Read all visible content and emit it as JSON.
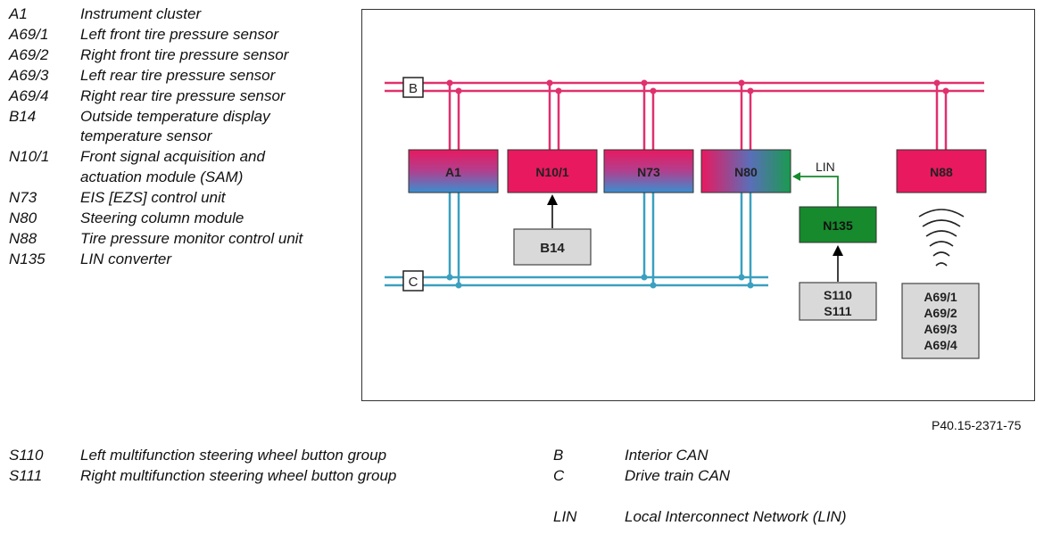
{
  "legend_top": [
    {
      "code": "A1",
      "desc": [
        "Instrument cluster"
      ]
    },
    {
      "code": "A69/1",
      "desc": [
        "Left front tire pressure sensor"
      ]
    },
    {
      "code": "A69/2",
      "desc": [
        "Right front tire pressure sensor"
      ]
    },
    {
      "code": "A69/3",
      "desc": [
        "Left rear tire pressure sensor"
      ]
    },
    {
      "code": "A69/4",
      "desc": [
        "Right rear tire pressure sensor"
      ]
    },
    {
      "code": "B14",
      "desc": [
        "Outside temperature display",
        "temperature sensor"
      ]
    },
    {
      "code": "N10/1",
      "desc": [
        "Front signal acquisition and",
        "actuation module (SAM)"
      ]
    },
    {
      "code": "N73",
      "desc": [
        "EIS [EZS] control unit"
      ]
    },
    {
      "code": "N80",
      "desc": [
        "Steering column module"
      ]
    },
    {
      "code": "N88",
      "desc": [
        "Tire pressure monitor control unit"
      ]
    },
    {
      "code": "N135",
      "desc": [
        "LIN converter"
      ]
    }
  ],
  "legend_bottom_left": [
    {
      "code": "S110",
      "desc": "Left multifunction steering wheel button group"
    },
    {
      "code": "S111",
      "desc": "Right multifunction steering wheel button group"
    }
  ],
  "legend_bottom_right": [
    {
      "code": "B",
      "desc": "Interior CAN"
    },
    {
      "code": "C",
      "desc": "Drive train CAN"
    },
    {
      "code": "LIN",
      "desc": "Local Interconnect Network (LIN)"
    }
  ],
  "ref_code": "P40.15-2371-75",
  "diagram": {
    "bus_b_label": "B",
    "bus_c_label": "C",
    "lin_label": "LIN",
    "modules": {
      "a1": "A1",
      "n10_1": "N10/1",
      "n73": "N73",
      "n80": "N80",
      "n88": "N88",
      "n135": "N135",
      "b14": "B14",
      "s110": "S110",
      "s111": "S111",
      "a69_1": "A69/1",
      "a69_2": "A69/2",
      "a69_3": "A69/3",
      "a69_4": "A69/4"
    },
    "colors": {
      "interior_can": "#e0306e",
      "drive_train_can": "#3aa0c0",
      "module_pink": "#e8195f",
      "module_blue": "#3a8fd0",
      "module_green": "#1a9a50",
      "lin_converter": "#168a2c",
      "gray_box": "#d9d9d9"
    }
  }
}
